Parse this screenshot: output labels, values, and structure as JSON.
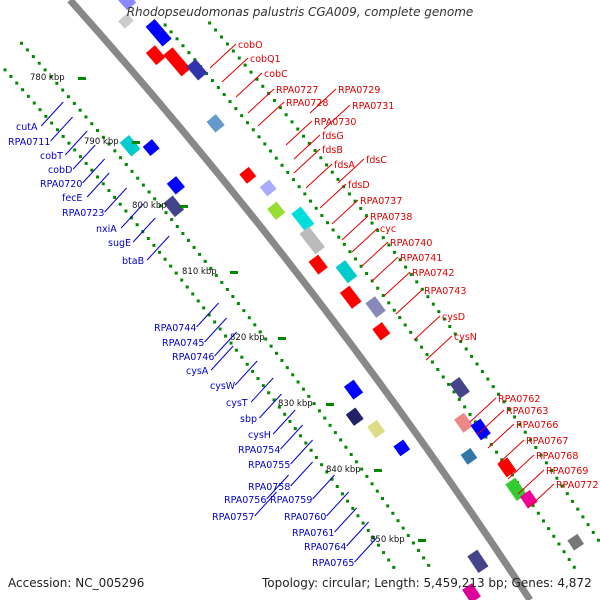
{
  "title": "Rhodopseudomonas palustris CGA009, complete genome",
  "footer": {
    "accession_label": "Accession:",
    "accession": "NC_005296",
    "topology_label": "Topology:",
    "topology": "circular;",
    "length_label": "Length:",
    "length": "5,459,213 bp;",
    "genes_label": "Genes:",
    "genes": "4,872"
  },
  "colors": {
    "forward_labels": "#dd0000",
    "reverse_labels": "#0000cc",
    "forward_genes": "#ff0000",
    "reverse_genes": "#0000ff",
    "backbone": "#888888",
    "ticks": "#008800"
  },
  "scale_ticks": [
    "780 kbp",
    "790 kbp",
    "800 kbp",
    "810 kbp",
    "820 kbp",
    "830 kbp",
    "840 kbp",
    "850 kbp"
  ],
  "gene_labels_right": [
    "cobO",
    "cobQ1",
    "cobC",
    "RPA0727",
    "RPA0729",
    "RPA0728",
    "RPA0731",
    "RPA0730",
    "fdsG",
    "fdsB",
    "fdsA",
    "fdsC",
    "fdsD",
    "RPA0737",
    "RPA0738",
    "cyc",
    "RPA0740",
    "RPA0741",
    "RPA0742",
    "RPA0743",
    "cysD",
    "cysN",
    "RPA0762",
    "RPA0763",
    "RPA0766",
    "RPA0767",
    "RPA0768",
    "RPA0769",
    "RPA0772"
  ],
  "gene_labels_left": [
    "cutA",
    "RPA0711",
    "cobT",
    "cobD",
    "RPA0720",
    "fecE",
    "RPA0723",
    "nxiA",
    "sugE",
    "btaB",
    "RPA0744",
    "RPA0745",
    "RPA0746",
    "cysA",
    "cysW",
    "cysT",
    "sbp",
    "cysH",
    "RPA0754",
    "RPA0755",
    "RPA0758",
    "RPA0756",
    "RPA0759",
    "RPA0757",
    "RPA0760",
    "RPA0761",
    "RPA0764",
    "RPA0765"
  ]
}
